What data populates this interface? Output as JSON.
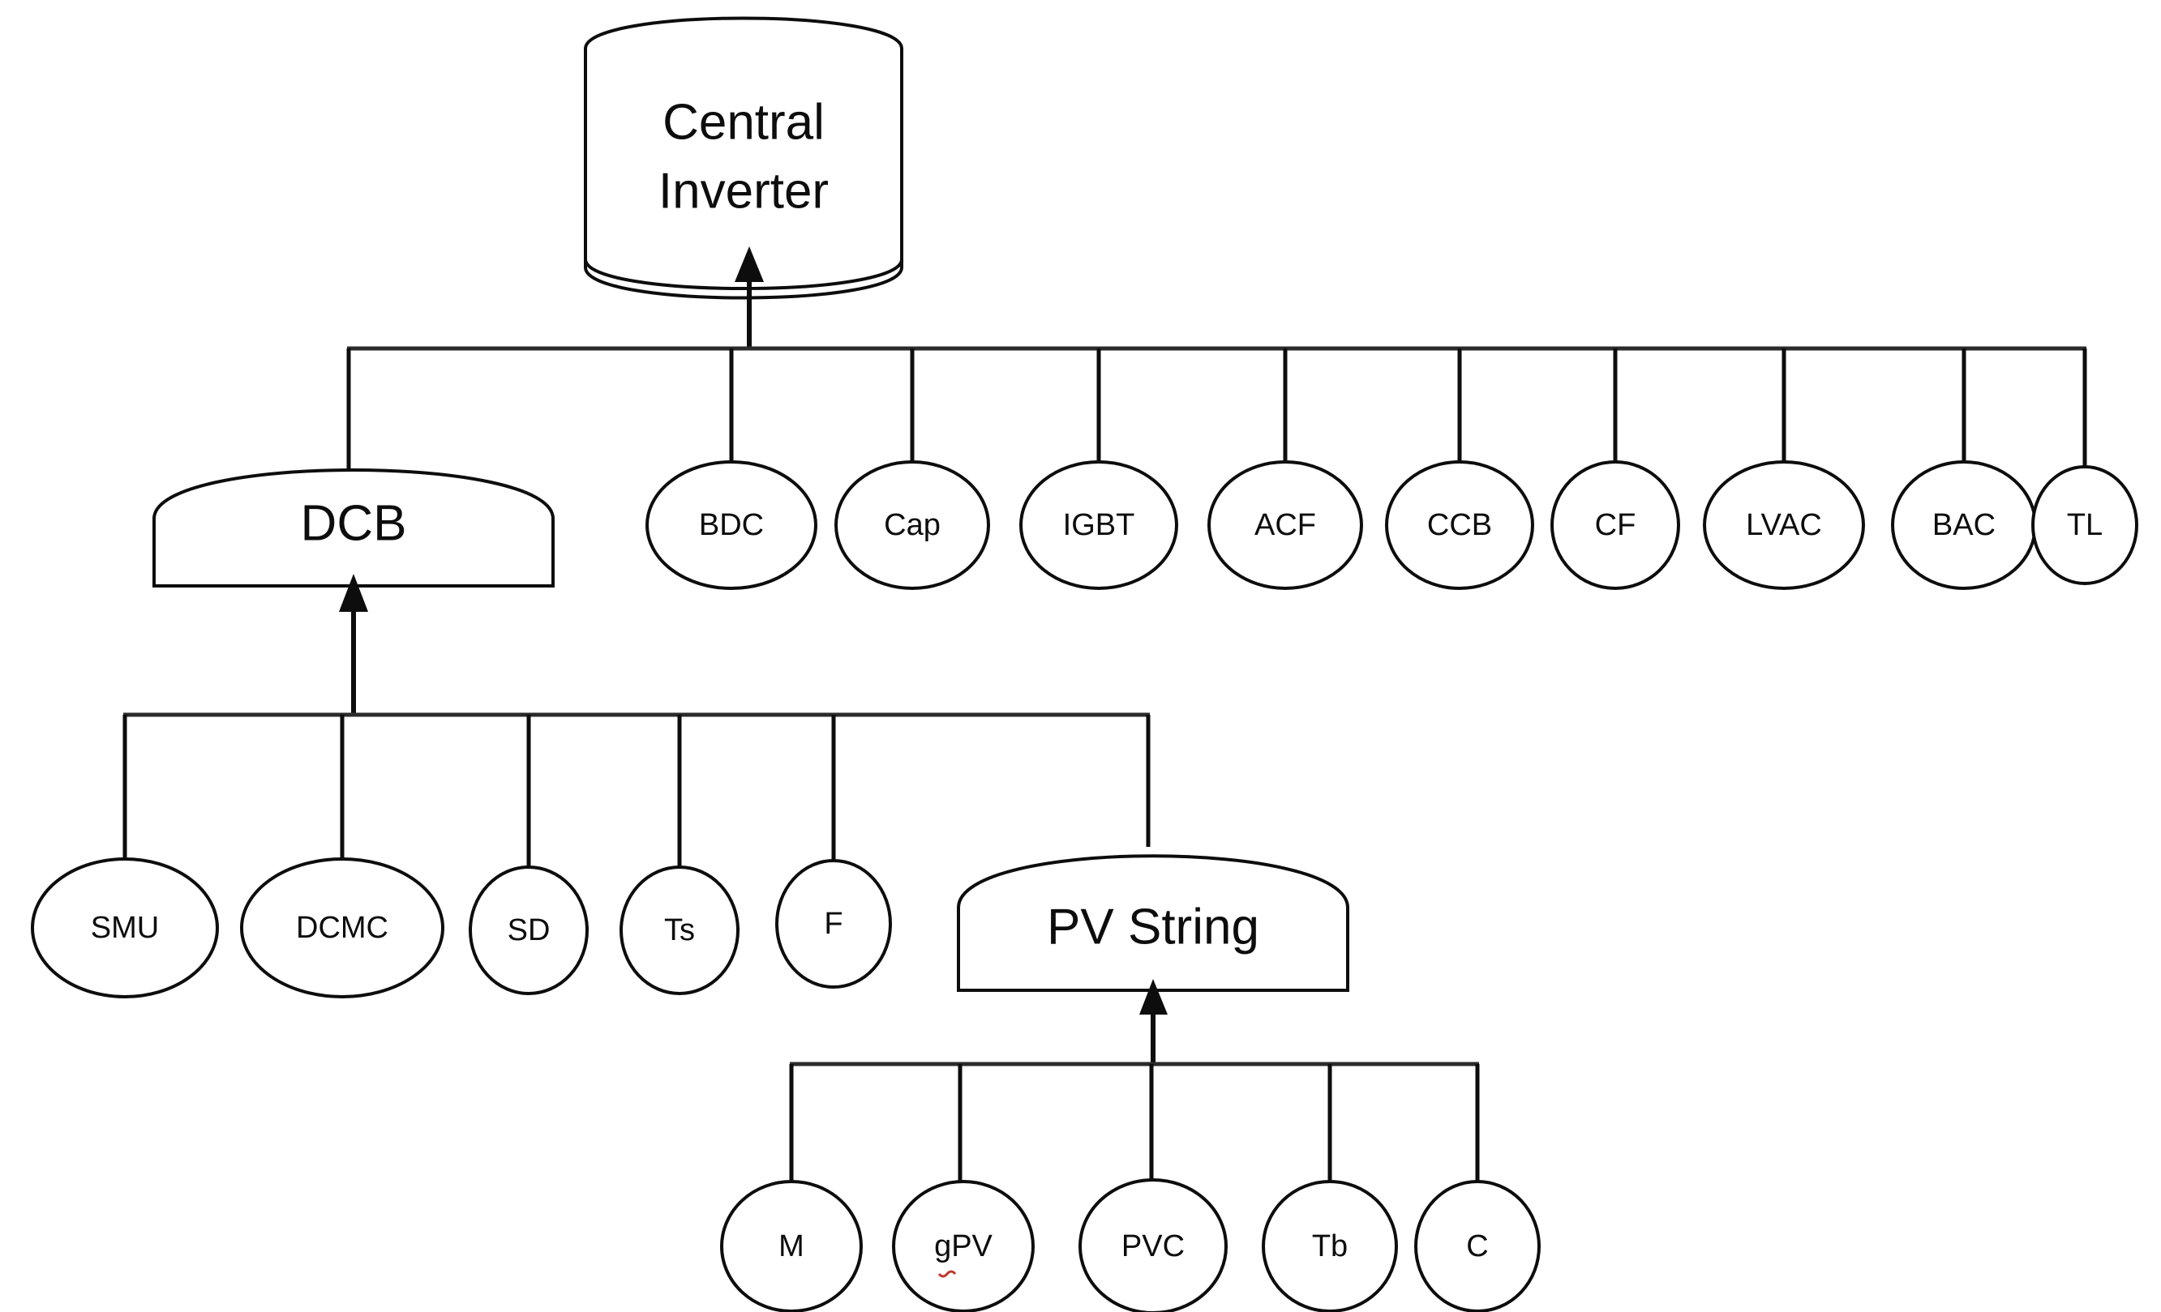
{
  "diagram": {
    "type": "fault-tree-hierarchy",
    "title_node": "Central Inverter",
    "background_color": "#ffffff",
    "line_color": "#0d0d0d",
    "levels": [
      {
        "level": 1,
        "parent": "Central Inverter",
        "container_nodes": [
          "DCB"
        ],
        "leaf_nodes": [
          "BDC",
          "Cap",
          "IGBT",
          "ACF",
          "CCB",
          "CF",
          "LVAC",
          "BAC",
          "TL"
        ]
      },
      {
        "level": 2,
        "parent": "DCB",
        "container_nodes": [
          "PV String"
        ],
        "leaf_nodes": [
          "SMU",
          "DCMC",
          "SD",
          "Ts",
          "F"
        ]
      },
      {
        "level": 3,
        "parent": "PV String",
        "container_nodes": [],
        "leaf_nodes": [
          "M",
          "gPV",
          "PVC",
          "Tb",
          "C"
        ]
      }
    ]
  },
  "nodes": {
    "central_inverter": {
      "label": "Central Inverter",
      "line1": "Central",
      "line2": "Inverter",
      "shape": "cylinder"
    },
    "dcb": {
      "label": "DCB",
      "shape": "arched-box"
    },
    "pv_string": {
      "label": "PV String",
      "shape": "arched-box"
    },
    "tier1": [
      {
        "label": "BDC",
        "shape": "circle"
      },
      {
        "label": "Cap",
        "shape": "circle"
      },
      {
        "label": "IGBT",
        "shape": "circle"
      },
      {
        "label": "ACF",
        "shape": "circle"
      },
      {
        "label": "CCB",
        "shape": "circle"
      },
      {
        "label": "CF",
        "shape": "circle"
      },
      {
        "label": "LVAC",
        "shape": "circle"
      },
      {
        "label": "BAC",
        "shape": "circle"
      },
      {
        "label": "TL",
        "shape": "circle"
      }
    ],
    "tier2": [
      {
        "label": "SMU",
        "shape": "circle"
      },
      {
        "label": "DCMC",
        "shape": "circle"
      },
      {
        "label": "SD",
        "shape": "circle"
      },
      {
        "label": "Ts",
        "shape": "circle"
      },
      {
        "label": "F",
        "shape": "circle"
      }
    ],
    "tier3": [
      {
        "label": "M",
        "shape": "circle"
      },
      {
        "label": "gPV",
        "shape": "circle",
        "spellcheck_flag": true
      },
      {
        "label": "PVC",
        "shape": "circle"
      },
      {
        "label": "Tb",
        "shape": "circle"
      },
      {
        "label": "C",
        "shape": "circle"
      }
    ]
  }
}
